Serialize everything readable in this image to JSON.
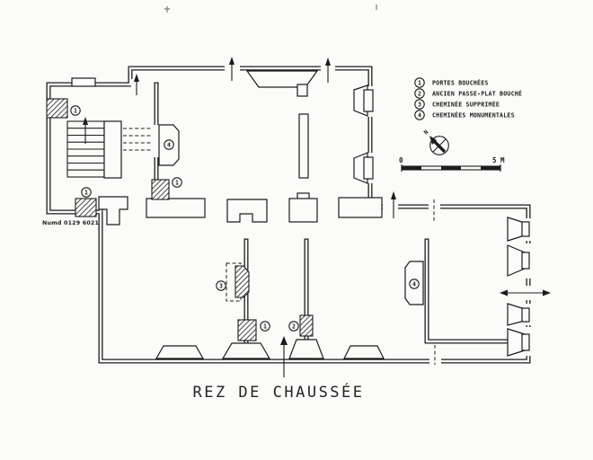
{
  "document": {
    "title": "REZ DE CHAUSSÉE",
    "reference_number": "Numd 0129 6021"
  },
  "legend": {
    "items": [
      {
        "number": "1",
        "label": "PORTES BOUCHÉES"
      },
      {
        "number": "2",
        "label": "ANCIEN PASSE-PLAT BOUCHÉ"
      },
      {
        "number": "3",
        "label": "CHEMINÉE SUPPRIMÉE"
      },
      {
        "number": "4",
        "label": "CHEMINÉES MONUMENTALES"
      }
    ]
  },
  "compass": {
    "north_label": "N"
  },
  "scale_bar": {
    "start_label": "0",
    "end_label": "5 M"
  },
  "plan_markers": [
    {
      "id": "blocked-door-stair-upper",
      "number": "1"
    },
    {
      "id": "blocked-door-stair-lower",
      "number": "1"
    },
    {
      "id": "monumental-fireplace-upper",
      "number": "4"
    },
    {
      "id": "blocked-door-below-fireplace",
      "number": "1"
    },
    {
      "id": "removed-chimney",
      "number": "3"
    },
    {
      "id": "blocked-door-partition",
      "number": "1"
    },
    {
      "id": "blocked-passe-plat",
      "number": "2"
    },
    {
      "id": "monumental-fireplace-lower",
      "number": "4"
    }
  ],
  "colors": {
    "ink": "#1c1c1c",
    "paper": "#fbfbf9"
  }
}
